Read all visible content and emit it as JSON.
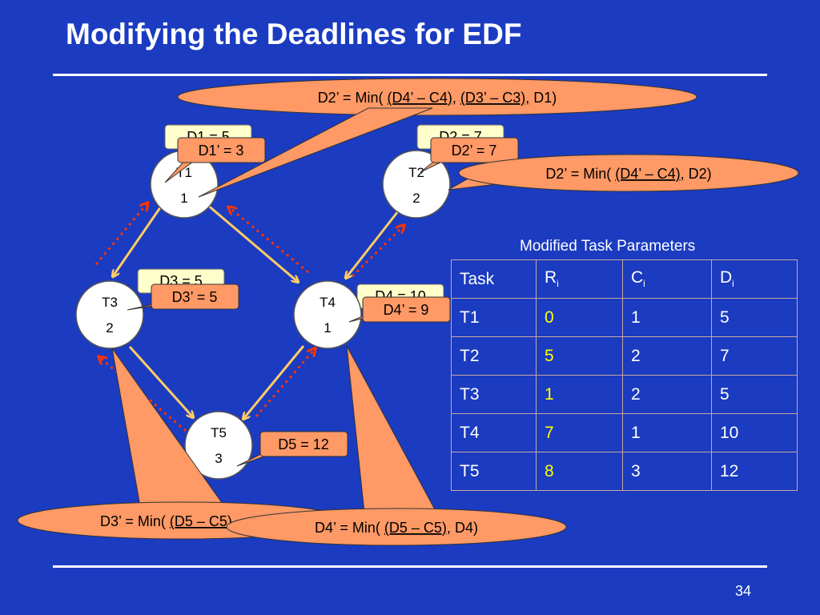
{
  "slide": {
    "title": "Modifying the Deadlines for EDF",
    "page_number": "34"
  },
  "tasks": [
    {
      "name": "T1",
      "cost": "1"
    },
    {
      "name": "T2",
      "cost": "2"
    },
    {
      "name": "T3",
      "cost": "2"
    },
    {
      "name": "T4",
      "cost": "1"
    },
    {
      "name": "T5",
      "cost": "3"
    }
  ],
  "deadline_boxes": {
    "d1_original": "D1 = 5",
    "d1_modified": "D1’ = 3",
    "d2_original": "D2 = 7",
    "d2_modified": "D2’ = 7",
    "d3_original": "D3 = 5",
    "d3_modified": "D3’ = 5",
    "d4_original": "D4 = 10",
    "d4_modified": "D4’ = 9",
    "d5": "D5 = 12"
  },
  "callouts": {
    "d2_top": {
      "prefix": "D2’ = Min( ",
      "term1": "(D4’ – C4),",
      "term2": "(D3’ – C3),",
      "suffix": " D1)"
    },
    "d2_right": {
      "prefix": "D2’ = Min( ",
      "term1": "(D4’ – C4),",
      "suffix": " D2)"
    },
    "d3_bottom": {
      "prefix": "D3’ = Min( ",
      "term1": "(D5 – C5),"
    },
    "d4_bottom": {
      "prefix": "D4’ = Min( ",
      "term1": "(D5 – C5),",
      "suffix": " D4)"
    }
  },
  "table": {
    "caption": "Modified Task Parameters",
    "headers": [
      "Task",
      "R",
      "C",
      "D"
    ],
    "header_subscript": "i",
    "rows": [
      [
        "T1",
        "0",
        "1",
        "5"
      ],
      [
        "T2",
        "5",
        "2",
        "7"
      ],
      [
        "T3",
        "1",
        "2",
        "5"
      ],
      [
        "T4",
        "7",
        "1",
        "10"
      ],
      [
        "T5",
        "8",
        "3",
        "12"
      ]
    ]
  },
  "colors": {
    "background": "#1b3bc0",
    "callout_fill": "#ff9966",
    "deadline_box_fill": "#ffffcc",
    "edge": "#ffcc66",
    "backward_arrow": "#ff3300",
    "release_highlight": "#ffff00"
  }
}
